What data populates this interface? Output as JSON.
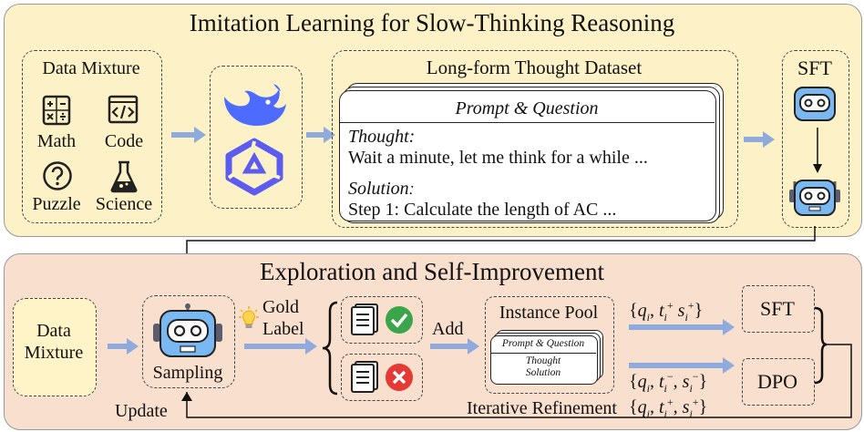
{
  "colors": {
    "top_panel_bg": "#fdf2c7",
    "bottom_panel_bg": "#f9dfce",
    "data_mixture_bg": "#fff4c8",
    "arrow": "#8faadc",
    "robot_blue": "#7ab8f2",
    "check_green": "#3aa54a",
    "cross_red": "#e53935",
    "deepseek_blue": "#4d6bfe"
  },
  "top": {
    "title": "Imitation Learning for Slow-Thinking Reasoning",
    "data_mixture": {
      "title": "Data Mixture",
      "items": [
        {
          "label": "Math",
          "icon": "calculator-icon"
        },
        {
          "label": "Code",
          "icon": "code-icon"
        },
        {
          "label": "Puzzle",
          "icon": "question-icon"
        },
        {
          "label": "Science",
          "icon": "flask-icon"
        }
      ]
    },
    "models": [
      "deepseek-whale-icon",
      "qwen-logo-icon"
    ],
    "dataset": {
      "title": "Long-form Thought Dataset",
      "prompt": "Prompt & Question",
      "thought_label": "Thought:",
      "thought_text": "Wait a minute, let me think for a while ...",
      "solution_label": "Solutionː",
      "solution_text": "Step 1: Calculate the length of AC ..."
    },
    "sft_label": "SFT"
  },
  "bottom": {
    "title": "Exploration and Self-Improvement",
    "data_mixture": "Data\nMixture",
    "data_mixture_line1": "Data",
    "data_mixture_line2": "Mixture",
    "sampling": "Sampling",
    "gold_label_line1": "Gold",
    "gold_label_line2": "Label",
    "add": "Add",
    "instance_pool": {
      "title": "Instance Pool",
      "prompt": "Prompt & Question",
      "thought": "Thought",
      "solution": "Solution"
    },
    "iterative": "Iterative Refinement",
    "update": "Update",
    "sft": "SFT",
    "dpo": "DPO"
  }
}
